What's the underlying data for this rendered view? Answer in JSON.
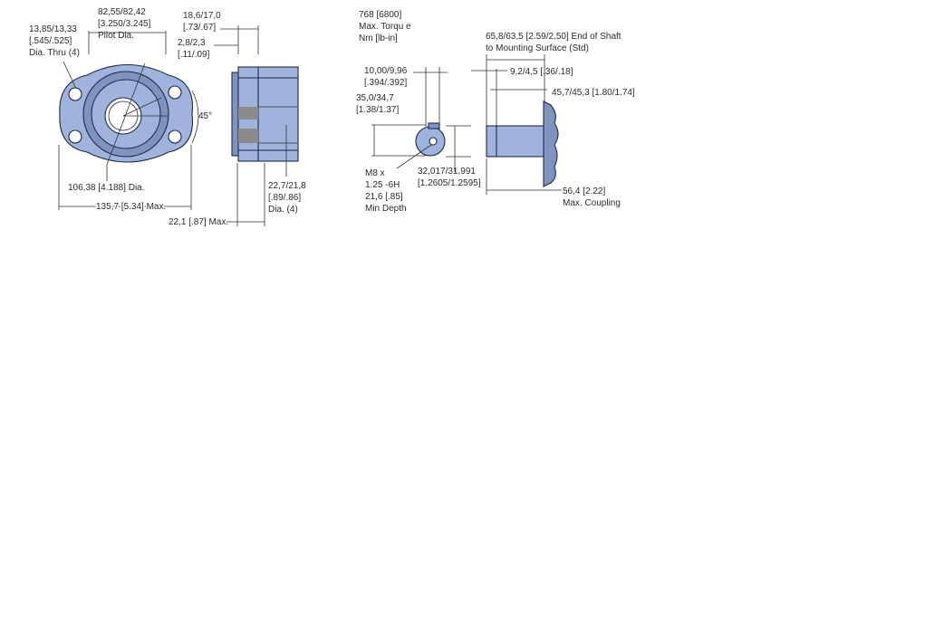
{
  "colors": {
    "part_fill": "#9fb3dd",
    "part_shade": "#7f93c1",
    "outline": "#1e2a44",
    "section_gray": "#8a8a8a",
    "dimension_line": "#333333"
  },
  "front_view": {
    "mount_hole_dia": [
      "13,85/13,33",
      "[.545/.525]",
      "Dia. Thru (4)"
    ],
    "pilot_dia": [
      "82,55/82,42",
      "[3.250/3.245]",
      "Pilot Dia."
    ],
    "angle": "45°",
    "bolt_circle": "106,38 [4.188] Dia.",
    "flange_width": "135,7 [5.34] Max."
  },
  "side_view": {
    "flange_thickness": [
      "18,6/17,0",
      "[.73/.67]"
    ],
    "pilot_length": [
      "2,8/2,3",
      "[.11/.09]"
    ],
    "thread_hole_dia": [
      "22,7/21,8",
      "[.89/.86]",
      "Dia. (4)"
    ],
    "overall_max": "22,1 [.87] Max."
  },
  "shaft_view": {
    "torque": [
      "768 [6800]",
      "Max. Torqu e",
      "Nm [lb-in]"
    ],
    "key_width": [
      "10,00/9,96",
      "[.394/.392]"
    ],
    "key_height": [
      "35,0/34,7",
      "[1.38/1.37]"
    ],
    "thread": [
      "M8 x",
      "1.25 -6H",
      "21,6 [.85]",
      "Min Depth"
    ],
    "shaft_dia": [
      "32,017/31,991",
      "[1.2605/1.2595]"
    ],
    "end_of_shaft": [
      "65,8/63,5 [2.59/2.50] End of Shaft",
      "to Mounting Surface (Std)"
    ],
    "shoulder": "9,2/4,5 [.36/.18]",
    "shaft_length": "45,7/45,3 [1.80/1.74]",
    "coupling": [
      "56,4 [2.22]",
      "Max. Coupling"
    ]
  }
}
